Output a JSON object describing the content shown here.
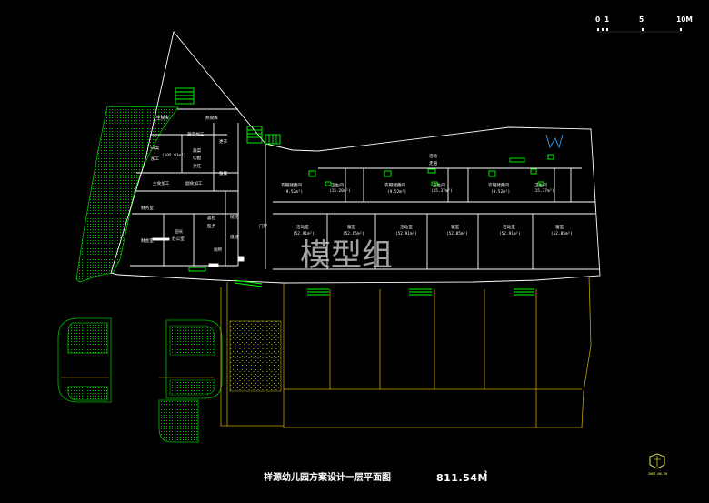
{
  "drawing": {
    "title": "祥源幼儿园方案设计一层平面图",
    "area_value": "811.54M",
    "area_sup": "2",
    "watermark": "模型组",
    "stamp_date": "2007.06.20",
    "scale_bar": {
      "labels": [
        "0",
        "1",
        "5",
        "10M"
      ]
    }
  },
  "rooms": {
    "fresh_store": "生食库",
    "cooked_store": "熟食库",
    "veg_process": "蔬菜加工",
    "staple_process": "白案",
    "staple_process2": "加工",
    "staple_area": "(105.91m²)",
    "veg_cut_a": "蔬菜",
    "veg_cut_b": "切配",
    "veg_cut_c": "烹饪",
    "dress": "更衣",
    "prep": "备餐",
    "main_process": "主食加工",
    "side_process": "副食加工",
    "finance1": "财务室",
    "finance2": "财会室",
    "director_a": "园长",
    "director_b": "办公室",
    "morning_a": "晨检",
    "morning_b": "医务",
    "storage": "储物",
    "hall": "门厅",
    "duty": "值班",
    "toilet_s": "厕所",
    "corridor_a": "活动",
    "corridor_b": "走道",
    "coat1": "衣帽储藏间",
    "coat1_area": "(9.52m²)",
    "wc1": "卫生间",
    "wc1_area": "(15.20m²)",
    "coat2": "衣帽储藏间",
    "coat2_area": "(9.52m²)",
    "wc2": "卫生间",
    "wc2_area": "(15.37m²)",
    "coat3": "衣帽储藏间",
    "coat3_area": "(9.52m²)",
    "wc3": "卫生间",
    "wc3_area": "(15.37m²)",
    "act1": "活动室",
    "act1_area": "(52.91m²)",
    "sleep1": "寝室",
    "sleep1_area": "(52.85m²)",
    "act2": "活动室",
    "act2_area": "(52.91m²)",
    "sleep2": "寝室",
    "sleep2_area": "(52.85m²)",
    "act3": "活动室",
    "act3_area": "(52.91m²)",
    "sleep3": "寝室",
    "sleep3_area": "(52.85m²)"
  },
  "colors": {
    "wall": "#ffffff",
    "stair": "#00ff00",
    "site_boundary": "#c8a200",
    "lawn": "#00b400",
    "hatch": "#c8c800",
    "background": "#000000"
  }
}
